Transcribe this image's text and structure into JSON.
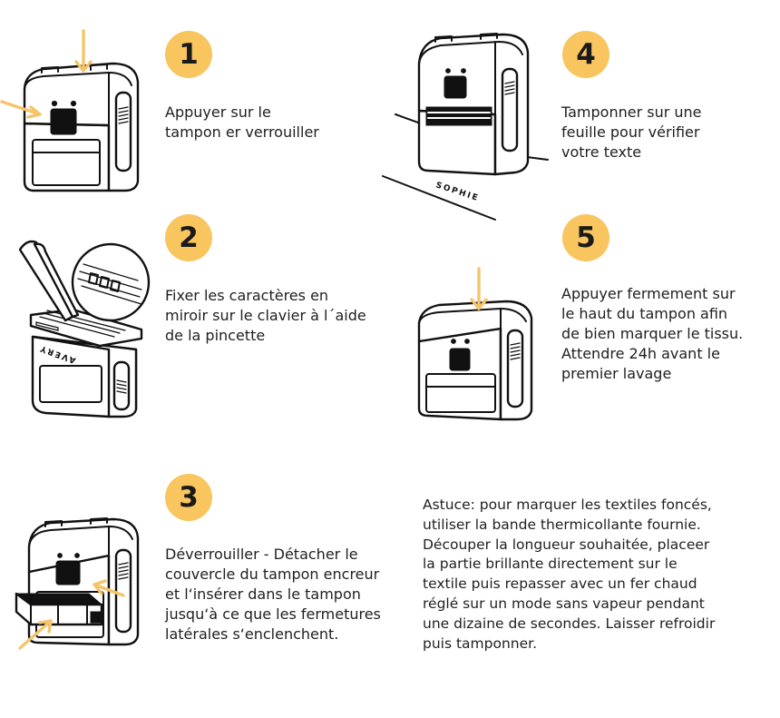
{
  "colors": {
    "badge": "#f8c55f",
    "arrow": "#f5c56c",
    "ink": "#111111"
  },
  "steps": [
    {
      "number": "1",
      "text": "Appuyer sur le\ntampon er verrouiller"
    },
    {
      "number": "2",
      "text": "Fixer les caractères en\nmiroir sur le clavier à l´aide\nde la pincette"
    },
    {
      "number": "3",
      "text": "Déverrouiller - Détacher le\ncouvercle du tampon encreur\net l‘insérer dans le tampon\njusqu‘à ce que les fermetures\nlatérales s‘enclenchent."
    },
    {
      "number": "4",
      "text": "Tamponner sur une\nfeuille pour vérifier\nvotre texte"
    },
    {
      "number": "5",
      "text": "Appuyer fermement sur\nle haut du tampon afin\nde bien marquer le tissu.\nAttendre 24h avant le\npremier lavage"
    }
  ],
  "tip": "Astuce: pour marquer les textiles foncés,\nutiliser la bande thermicollante fournie.\nDécouper la longueur souhaitée, placeer\nla partie brillante directement sur le\ntextile puis repasser avec un fer chaud\nréglé sur un mode sans vapeur pendant\nune dizaine de secondes. Laisser refroidir\npuis tamponner.",
  "illustrations": {
    "brand_logo": "AVERY",
    "stamp_sample": "SOPHIE",
    "icons": [
      "stamp-press-lock",
      "stamp-tweezers",
      "stamp-ink-pad",
      "stamp-test-paper",
      "stamp-press-fabric"
    ]
  }
}
